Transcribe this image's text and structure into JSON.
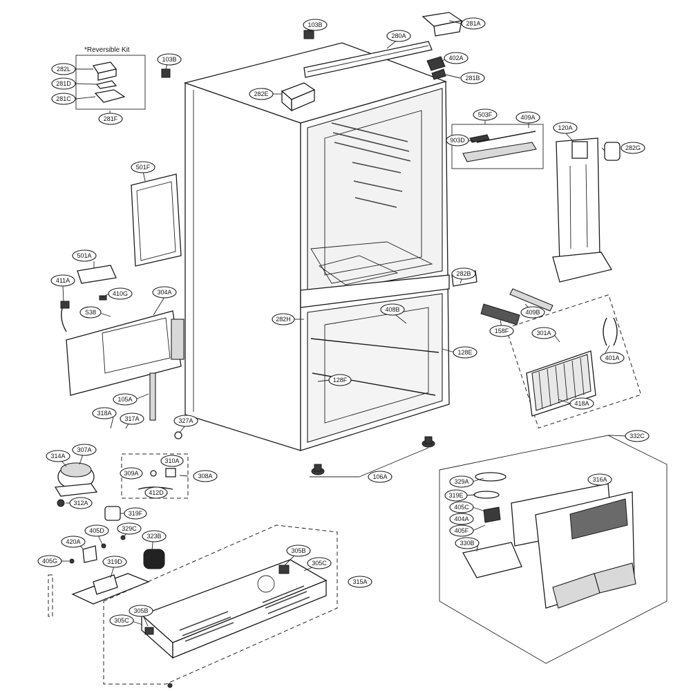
{
  "diagram": {
    "kit_label": "*Reversible Kit",
    "callouts": {
      "c103B_top": "103B",
      "c103B_kit": "103B",
      "c280A": "280A",
      "c281A": "281A",
      "c402A": "402A",
      "c281B": "281B",
      "c282E": "282E",
      "c282L": "282L",
      "c281D": "281D",
      "c281C": "281C",
      "c281F": "281F",
      "c503F": "503F",
      "c409A": "409A",
      "c903D": "903D",
      "c120A": "120A",
      "c282G": "282G",
      "c501F": "501F",
      "c501A": "501A",
      "c411A": "411A",
      "c410G": "410G",
      "c304A": "304A",
      "cS38": "S38",
      "c282B": "282B",
      "c409B": "409B",
      "c158F": "158F",
      "c282H": "282H",
      "c408B": "408B",
      "c128E": "128E",
      "c128F": "128F",
      "c301A": "301A",
      "c401A": "401A",
      "c418A": "418A",
      "c105A": "105A",
      "c318A": "318A",
      "c317A": "317A",
      "c327A": "327A",
      "c332C": "332C",
      "c314A": "314A",
      "c307A": "307A",
      "c310A": "310A",
      "c309A": "309A",
      "c308A": "308A",
      "c412D": "412D",
      "c106A": "106A",
      "c312A": "312A",
      "c319F": "319F",
      "c329A": "329A",
      "c316A": "316A",
      "c319E": "319E",
      "c405C_right": "405C",
      "c404A": "404A",
      "c405F": "405F",
      "c330B": "330B",
      "c420A": "420A",
      "c405D": "405D",
      "c329C": "329C",
      "c323B": "323B",
      "c405G": "405G",
      "c319D": "319D",
      "c305B_top": "305B",
      "c305C_top": "305C",
      "c315A": "315A",
      "c305B_bottom": "305B",
      "c305C_bottom": "305C"
    }
  }
}
